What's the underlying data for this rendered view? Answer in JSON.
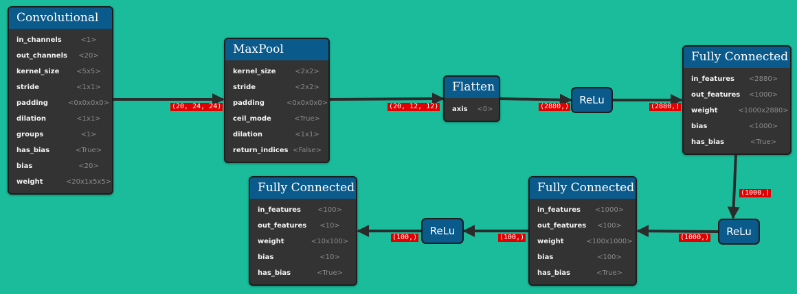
{
  "conv": {
    "title": "Convolutional",
    "params": [
      {
        "name": "in_channels",
        "value": "<1>"
      },
      {
        "name": "out_channels",
        "value": "<20>"
      },
      {
        "name": "kernel_size",
        "value": "<5x5>"
      },
      {
        "name": "stride",
        "value": "<1x1>"
      },
      {
        "name": "padding",
        "value": "<0x0x0x0>"
      },
      {
        "name": "dilation",
        "value": "<1x1>"
      },
      {
        "name": "groups",
        "value": "<1>"
      },
      {
        "name": "has_bias",
        "value": "<True>"
      },
      {
        "name": "bias",
        "value": "<20>"
      },
      {
        "name": "weight",
        "value": "<20x1x5x5>"
      }
    ]
  },
  "maxpool": {
    "title": "MaxPool",
    "params": [
      {
        "name": "kernel_size",
        "value": "<2x2>"
      },
      {
        "name": "stride",
        "value": "<2x2>"
      },
      {
        "name": "padding",
        "value": "<0x0x0x0>"
      },
      {
        "name": "ceil_mode",
        "value": "<True>"
      },
      {
        "name": "dilation",
        "value": "<1x1>"
      },
      {
        "name": "return_indices",
        "value": "<False>"
      }
    ]
  },
  "flatten": {
    "title": "Flatten",
    "params": [
      {
        "name": "axis",
        "value": "<0>"
      }
    ]
  },
  "relu1": {
    "title": "ReLu"
  },
  "fc1": {
    "title": "Fully Connected",
    "params": [
      {
        "name": "in_features",
        "value": "<2880>"
      },
      {
        "name": "out_features",
        "value": "<1000>"
      },
      {
        "name": "weight",
        "value": "<1000x2880>"
      },
      {
        "name": "bias",
        "value": "<1000>"
      },
      {
        "name": "has_bias",
        "value": "<True>"
      }
    ]
  },
  "relu2": {
    "title": "ReLu"
  },
  "fc2": {
    "title": "Fully Connected",
    "params": [
      {
        "name": "in_features",
        "value": "<1000>"
      },
      {
        "name": "out_features",
        "value": "<100>"
      },
      {
        "name": "weight",
        "value": "<100x1000>"
      },
      {
        "name": "bias",
        "value": "<100>"
      },
      {
        "name": "has_bias",
        "value": "<True>"
      }
    ]
  },
  "relu3": {
    "title": "ReLu"
  },
  "fc3": {
    "title": "Fully Connected",
    "params": [
      {
        "name": "in_features",
        "value": "<100>"
      },
      {
        "name": "out_features",
        "value": "<10>"
      },
      {
        "name": "weight",
        "value": "<10x100>"
      },
      {
        "name": "bias",
        "value": "<10>"
      },
      {
        "name": "has_bias",
        "value": "<True>"
      }
    ]
  },
  "edges": {
    "conv_to_maxpool": "(20, 24, 24)",
    "maxpool_to_flatten": "(20, 12, 12)",
    "flatten_to_relu1": "(2880,)",
    "relu1_to_fc1": "(2880,)",
    "fc1_to_relu2": "(1000,)",
    "relu2_to_fc2": "(1000,)",
    "fc2_to_relu3": "(100,)",
    "relu3_to_fc3": "(100,)"
  },
  "colors": {
    "background": "#1abc9c",
    "node_body": "#333333",
    "node_header": "#0a5a8c",
    "edge": "#2b2b2b",
    "edge_label": "#e00000"
  }
}
